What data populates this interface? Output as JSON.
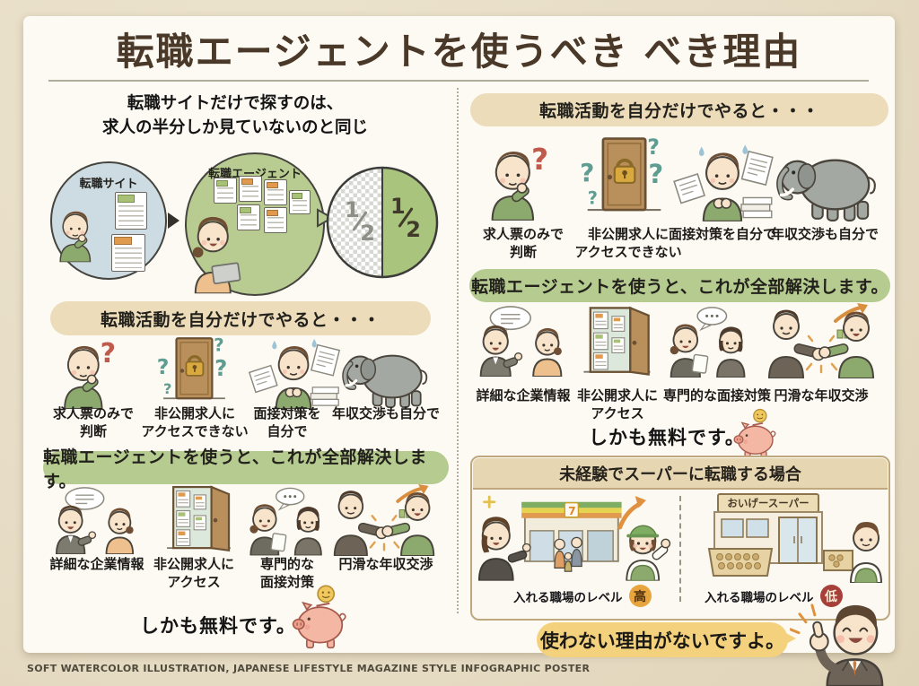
{
  "title": "転職エージェントを使うべき べき理由",
  "footer": "SOFT WATERCOLOR ILLUSTRATION, JAPANESE LIFESTYLE MAGAZINE STYLE INFOGRAPHIC POSTER",
  "colors": {
    "banner_tan": "#ecdcba",
    "banner_green": "#b6cb90",
    "bubble_blue": "#cddce2",
    "bubble_green": "#b8cc91",
    "pie_green": "#a9c47d",
    "badge_high_bg": "#e8a53e",
    "badge_low_bg": "#a8403a",
    "conclusion_yellow": "#f4d17c",
    "title_brown": "#4a3828"
  },
  "left": {
    "headline": "転職サイトだけで探すのは、\n求人の半分しか見ていないのと同じ",
    "site_bubble_label": "転職サイト",
    "agent_bubble_label": "転職エージェント",
    "pie": {
      "left_num": "1",
      "left_den": "2",
      "right_num": "1",
      "right_den": "2"
    },
    "problems_banner": "転職活動を自分だけでやると・・・",
    "problems": [
      {
        "icon": "worried-thinker",
        "label": "求人票のみで\n判断"
      },
      {
        "icon": "locked-door",
        "label": "非公開求人に\nアクセスできない"
      },
      {
        "icon": "stressed-papers",
        "label": "面接対策を\n自分で"
      },
      {
        "icon": "elephant",
        "label": "年収交渉も自分で"
      }
    ],
    "solutions_banner": "転職エージェントを使うと、これが全部解決します。",
    "solutions": [
      {
        "icon": "consultant-info",
        "label": "詳細な企業情報"
      },
      {
        "icon": "open-door",
        "label": "非公開求人に\nアクセス"
      },
      {
        "icon": "interview-coaching",
        "label": "専門的な\n面接対策"
      },
      {
        "icon": "handshake-negotiation",
        "label": "円滑な年収交渉"
      }
    ],
    "free_note": "しかも無料です。"
  },
  "right": {
    "problems_banner": "転職活動を自分だけでやると・・・",
    "problems": [
      {
        "icon": "worried-thinker",
        "label": "求人票のみで\n判断"
      },
      {
        "icon": "locked-door",
        "label": "非公開求人に\nアクセスできない"
      },
      {
        "icon": "stressed-papers",
        "label": "面接対策を自分で"
      },
      {
        "icon": "elephant",
        "label": "年収交渉も自分で"
      }
    ],
    "solutions_banner": "転職エージェントを使うと、これが全部解決します。",
    "solutions": [
      {
        "icon": "consultant-info",
        "label": "詳細な企業情報"
      },
      {
        "icon": "open-door",
        "label": "非公開求人に\nアクセス"
      },
      {
        "icon": "interview-coaching",
        "label": "専門的な面接対策"
      },
      {
        "icon": "handshake-negotiation",
        "label": "円滑な年収交渉"
      }
    ],
    "free_note": "しかも無料です。",
    "case_study": {
      "header": "未経験でスーパーに転職する場合",
      "store_sign": "おいげースーパー",
      "high": {
        "label": "入れる職場のレベル",
        "badge": "高"
      },
      "low": {
        "label": "入れる職場のレベル",
        "badge": "低"
      }
    },
    "conclusion": "使わない理由がないですよ。"
  }
}
